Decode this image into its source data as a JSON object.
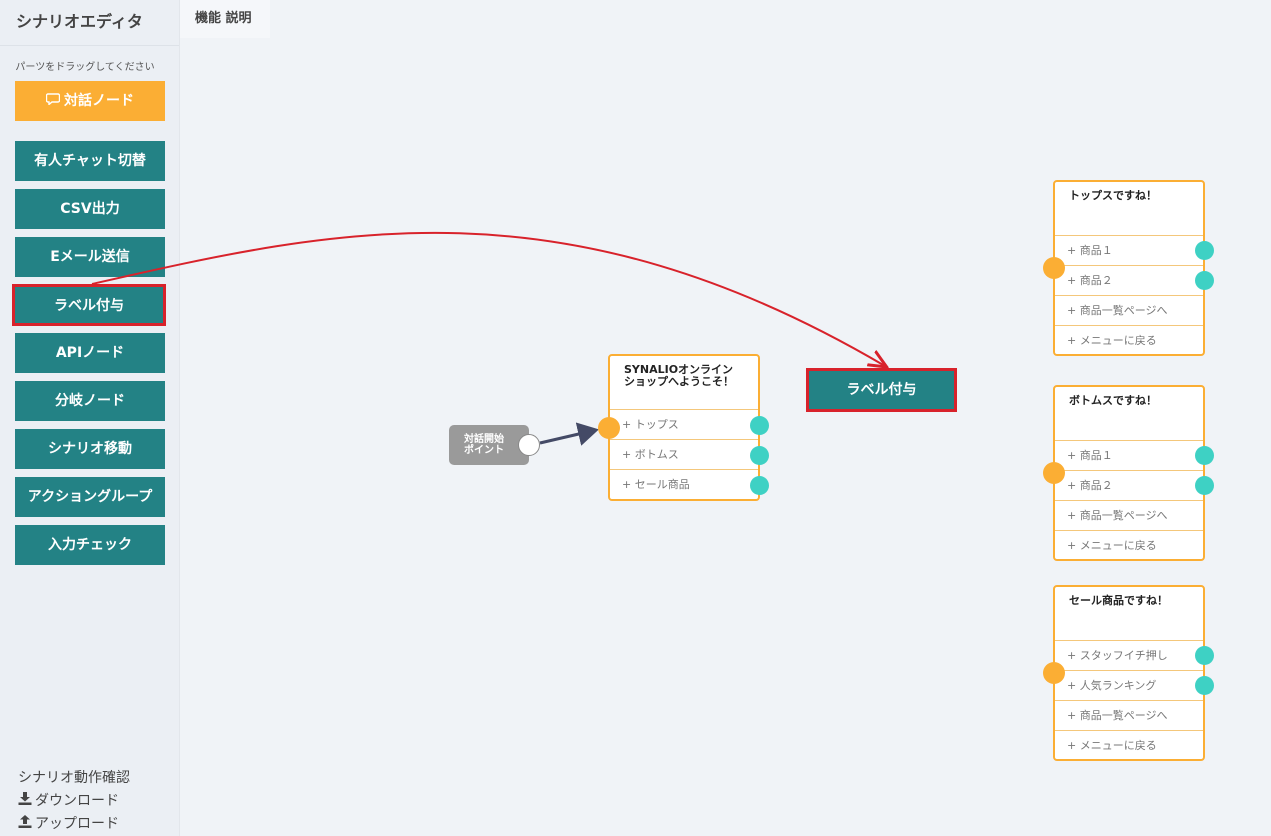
{
  "app": {
    "title": "シナリオエディタ"
  },
  "sidebar": {
    "hint": "パーツをドラッグしてください",
    "dialog_button": "対話ノード",
    "parts": [
      "有人チャット切替",
      "CSV出力",
      "Eメール送信",
      "ラベル付与",
      "APIノード",
      "分岐ノード",
      "シナリオ移動",
      "アクショングループ",
      "入力チェック"
    ],
    "footer": {
      "check": "シナリオ動作確認",
      "download": "ダウンロード",
      "upload": "アップロード"
    }
  },
  "toolbar": {
    "tab_label": "機能 説明"
  },
  "canvas": {
    "start_node": {
      "line1": "対話開始",
      "line2": "ポイント"
    },
    "welcome_node": {
      "title": "SYNALIOオンラインショップへようこそ！",
      "options": [
        "+ トップス",
        "+ ボトムス",
        "+ セール商品"
      ]
    },
    "label_node": {
      "label": "ラベル付与"
    },
    "tops_node": {
      "title": "トップスですね！",
      "options": [
        "+ 商品１",
        "+ 商品２",
        "+ 商品一覧ページへ",
        "+ メニューに戻る"
      ]
    },
    "bottoms_node": {
      "title": "ボトムスですね！",
      "options": [
        "+ 商品１",
        "+ 商品２",
        "+ 商品一覧ページへ",
        "+ メニューに戻る"
      ]
    },
    "sale_node": {
      "title": "セール商品ですね！",
      "options": [
        "+ スタッフイチ押し",
        "+ 人気ランキング",
        "+ 商品一覧ページへ",
        "+ メニューに戻る"
      ]
    }
  },
  "colors": {
    "teal": "#238285",
    "orange": "#fbae34",
    "highlight_red": "#d8222b",
    "port_cyan": "#3ed1c4"
  },
  "icons": {
    "dialog": "speech-bubble-icon",
    "download": "download-icon",
    "upload": "upload-icon"
  }
}
